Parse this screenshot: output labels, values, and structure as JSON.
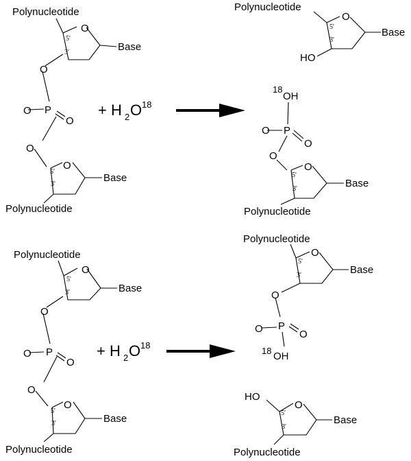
{
  "labels": {
    "polynucleotide": "Polynucleotide",
    "base": "Base",
    "ho": "HO",
    "o": "O",
    "p": "P",
    "oh": "OH",
    "five_prime": "5'",
    "three_prime": "3'",
    "plus_h2o": "+ H",
    "sub_2": "2",
    "o_water": "O",
    "sup_18": "18"
  }
}
